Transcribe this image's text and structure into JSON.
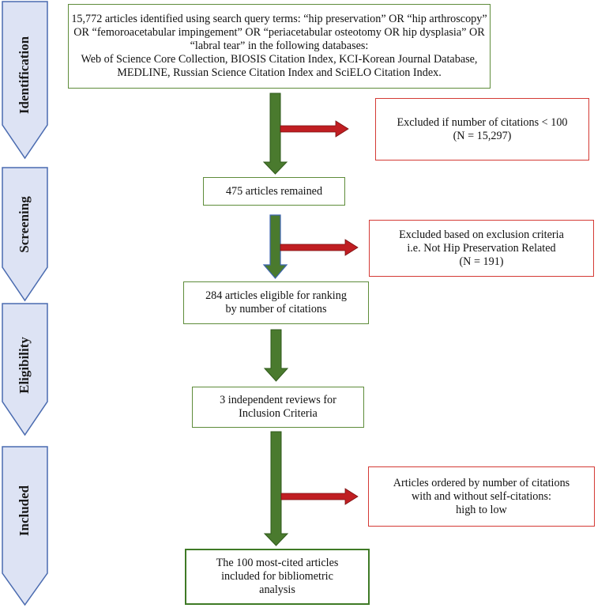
{
  "stages": [
    {
      "id": "identification",
      "label": "Identification"
    },
    {
      "id": "screening",
      "label": "Screening"
    },
    {
      "id": "eligibility",
      "label": "Eligibility"
    },
    {
      "id": "included",
      "label": "Included"
    }
  ],
  "boxes": {
    "search": "15,772 articles identified using search query terms: “hip preservation” OR “hip arthroscopy”\nOR “femoroacetabular impingement” OR “periacetabular osteotomy OR hip dysplasia” OR\n“labral tear” in the following databases:\nWeb of Science Core Collection, BIOSIS Citation Index, KCI-Korean Journal Database,\nMEDLINE, Russian Science Citation Index and SciELO Citation Index.",
    "excluded_citations": "Excluded if number of citations < 100\n(N = 15,297)",
    "remained": "475 articles remained",
    "excluded_criteria": "Excluded based on exclusion criteria\ni.e.  Not Hip Preservation Related\n(N = 191)",
    "eligible": "284 articles eligible for ranking\nby number of citations",
    "reviews": "3 independent reviews for\nInclusion Criteria",
    "ordered": "Articles ordered by number of citations\nwith and without self-citations:\nhigh to low",
    "final": "The 100 most-cited articles\nincluded for bibliometric\nanalysis"
  },
  "colors": {
    "stage_fill": "#dde3f4",
    "stage_stroke": "#4a6bb0",
    "down_arrow": "#4a7a2e",
    "side_arrow": "#c01e22",
    "green_border": "#5e8c3a",
    "red_border": "#d43a35"
  }
}
